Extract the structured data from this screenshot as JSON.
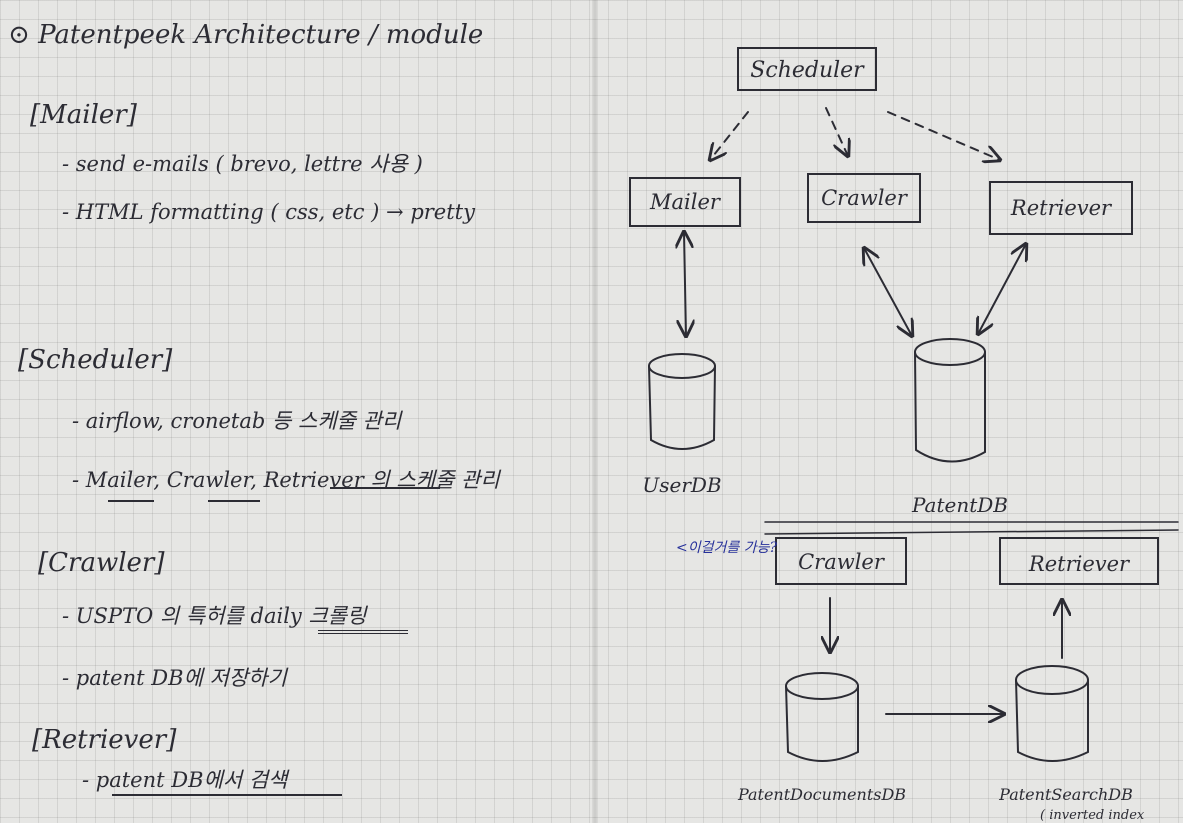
{
  "notes": {
    "title": "Patentpeek Architecture / module",
    "sections": [
      {
        "heading": "[Mailer]",
        "bullets": [
          "- send e-mails ( brevo, lettre 사용 )",
          "- HTML formatting ( css, etc ) → pretty"
        ]
      },
      {
        "heading": "[Scheduler]",
        "bullets": [
          "- airflow, cronetab 등 스케줄 관리",
          "- Mailer, Crawler, Retriever 의 스케줄 관리"
        ]
      },
      {
        "heading": "[Crawler]",
        "bullets": [
          "- USPTO 의 특허를 daily 크롤링",
          "- patent DB에 저장하기"
        ]
      },
      {
        "heading": "[Retriever]",
        "bullets": [
          "- patent DB에서 검색"
        ]
      }
    ]
  },
  "diagram": {
    "top": {
      "modules": [
        "Scheduler",
        "Mailer",
        "Crawler",
        "Retriever"
      ],
      "databases": [
        "UserDB",
        "PatentDB"
      ]
    },
    "bottom": {
      "annotation": "<이걸거를 가능?",
      "modules": [
        "Crawler",
        "Retriever"
      ],
      "databases": [
        "PatentDocumentsDB",
        "PatentSearchDB"
      ],
      "partial_note": "( inverted index"
    }
  },
  "colors": {
    "ink": "#2c2c34",
    "blue_ink": "#26309a",
    "paper": "#e6e6e4"
  }
}
